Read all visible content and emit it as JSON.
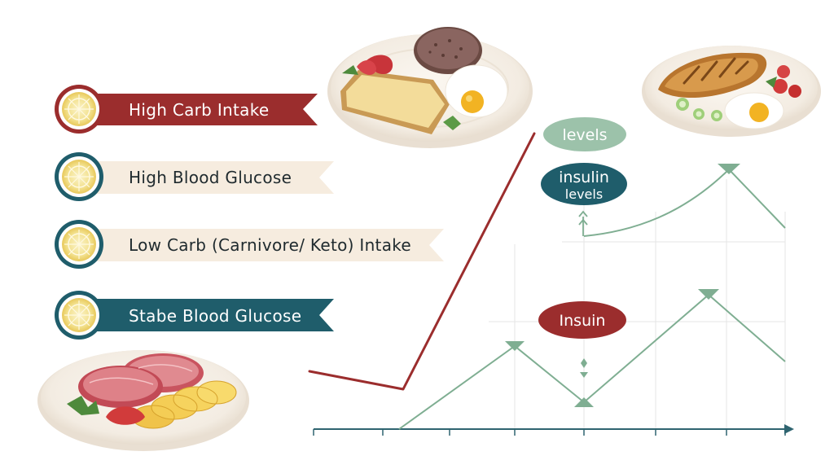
{
  "colors": {
    "red": "#9b2d2d",
    "teal": "#1f5d6b",
    "green": "#7fae92",
    "cream": "#f6ecdf",
    "grid": "#e6e6e6",
    "axis": "#2f6470"
  },
  "legend": [
    {
      "label": "High Carb Intake",
      "style": "red"
    },
    {
      "label": "High Blood Glucose",
      "style": "light"
    },
    {
      "label": "Low Carb (Carnivore/ Keto) Intake",
      "style": "light"
    },
    {
      "label": "Stabe Blood Glucose",
      "style": "teal"
    }
  ],
  "pills": {
    "levels": "levels",
    "insulin_line1": "insulin",
    "insulin_line2": "levels",
    "insuin": "Insuin"
  },
  "icons": {
    "legend_marker": "lemon-slice-icon",
    "food_top_center": "bread-and-egg-plate-icon",
    "food_top_right": "chicken-and-egg-plate-icon",
    "food_bottom_left": "meat-and-potato-plate-icon"
  }
}
